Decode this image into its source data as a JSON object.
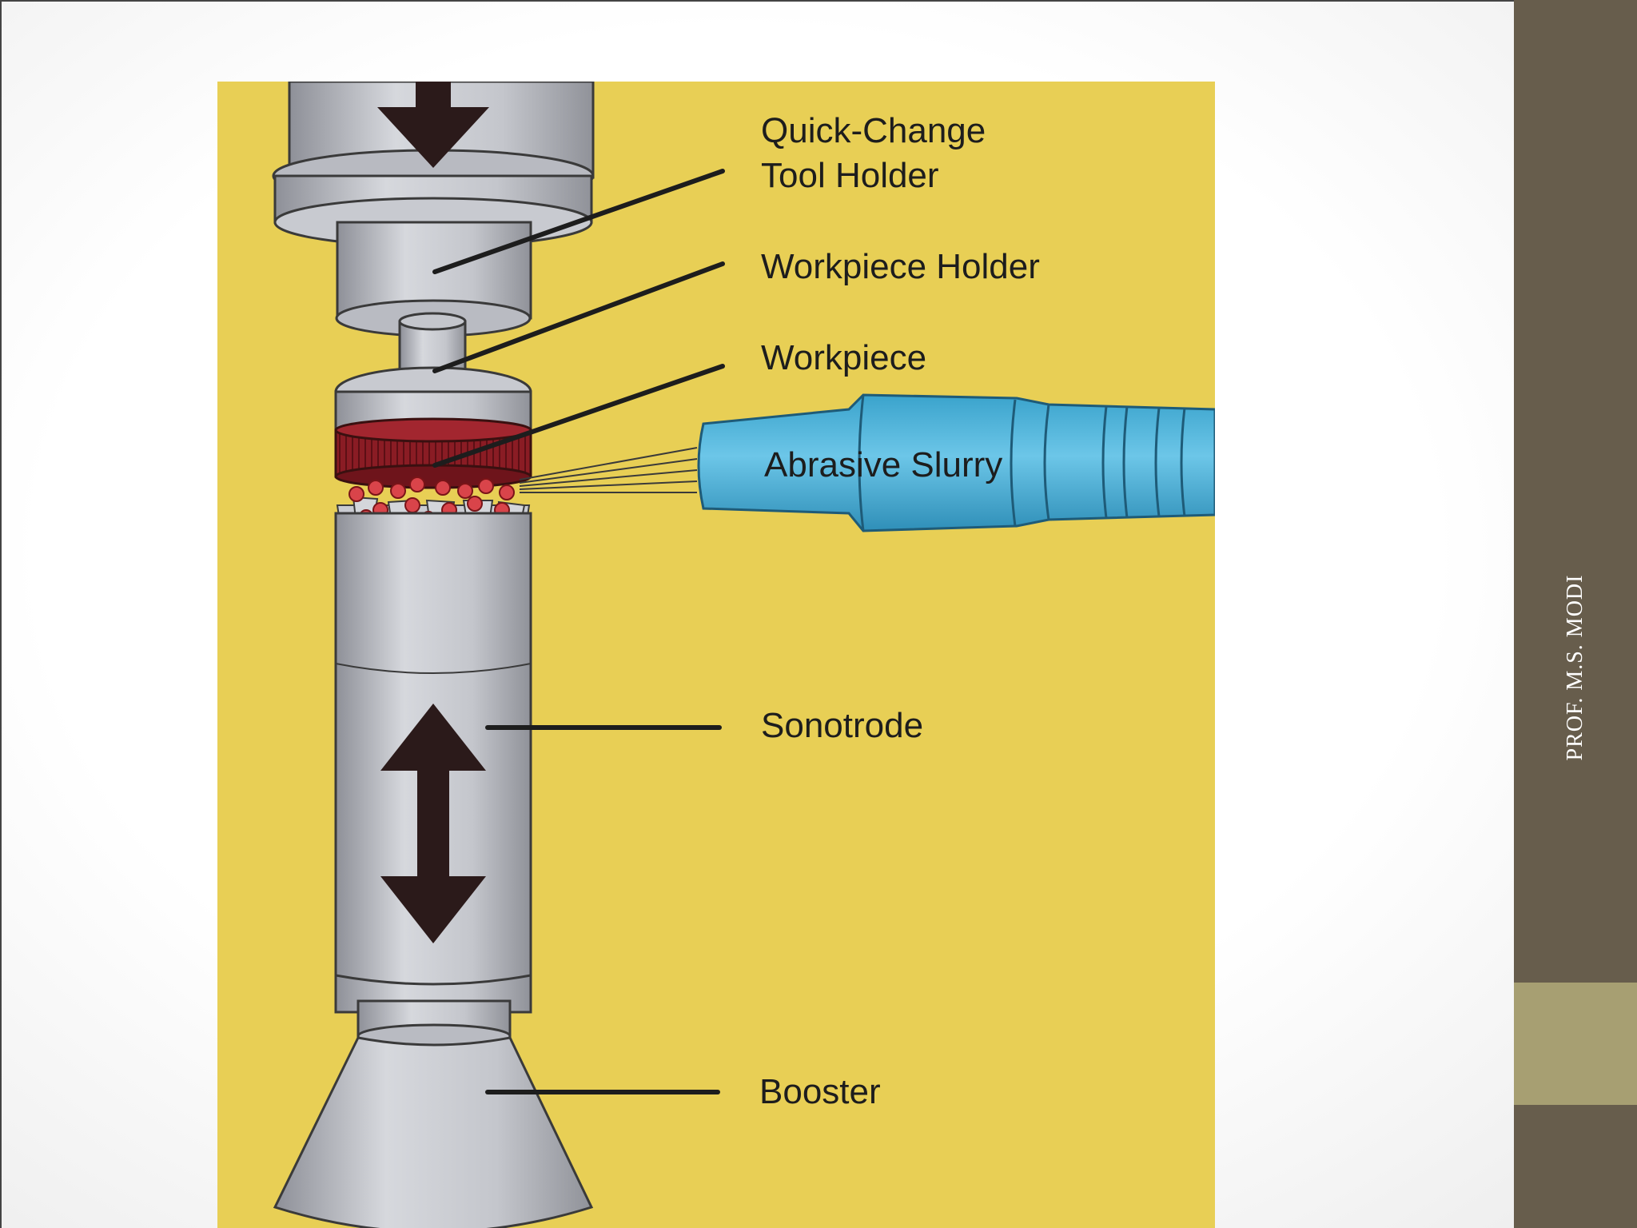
{
  "slide": {
    "sidebar_text": "PROF. M.S. MODI",
    "colors": {
      "sidebar": "#675d4c",
      "sidebar_accent": "#a79f72",
      "diagram_background": "#e8cf55",
      "metal": "#c2c4ca",
      "workpiece": "#8a1c24",
      "slurry_nozzle": "#4bb3d9"
    }
  },
  "diagram": {
    "labels": {
      "tool_holder_line1": "Quick-Change",
      "tool_holder_line2": "Tool Holder",
      "workpiece_holder": "Workpiece Holder",
      "workpiece": "Workpiece",
      "abrasive_slurry": "Abrasive Slurry",
      "sonotrode": "Sonotrode",
      "booster": "Booster"
    },
    "icons": [
      "arrow-down-icon",
      "double-arrow-vertical-icon"
    ]
  }
}
